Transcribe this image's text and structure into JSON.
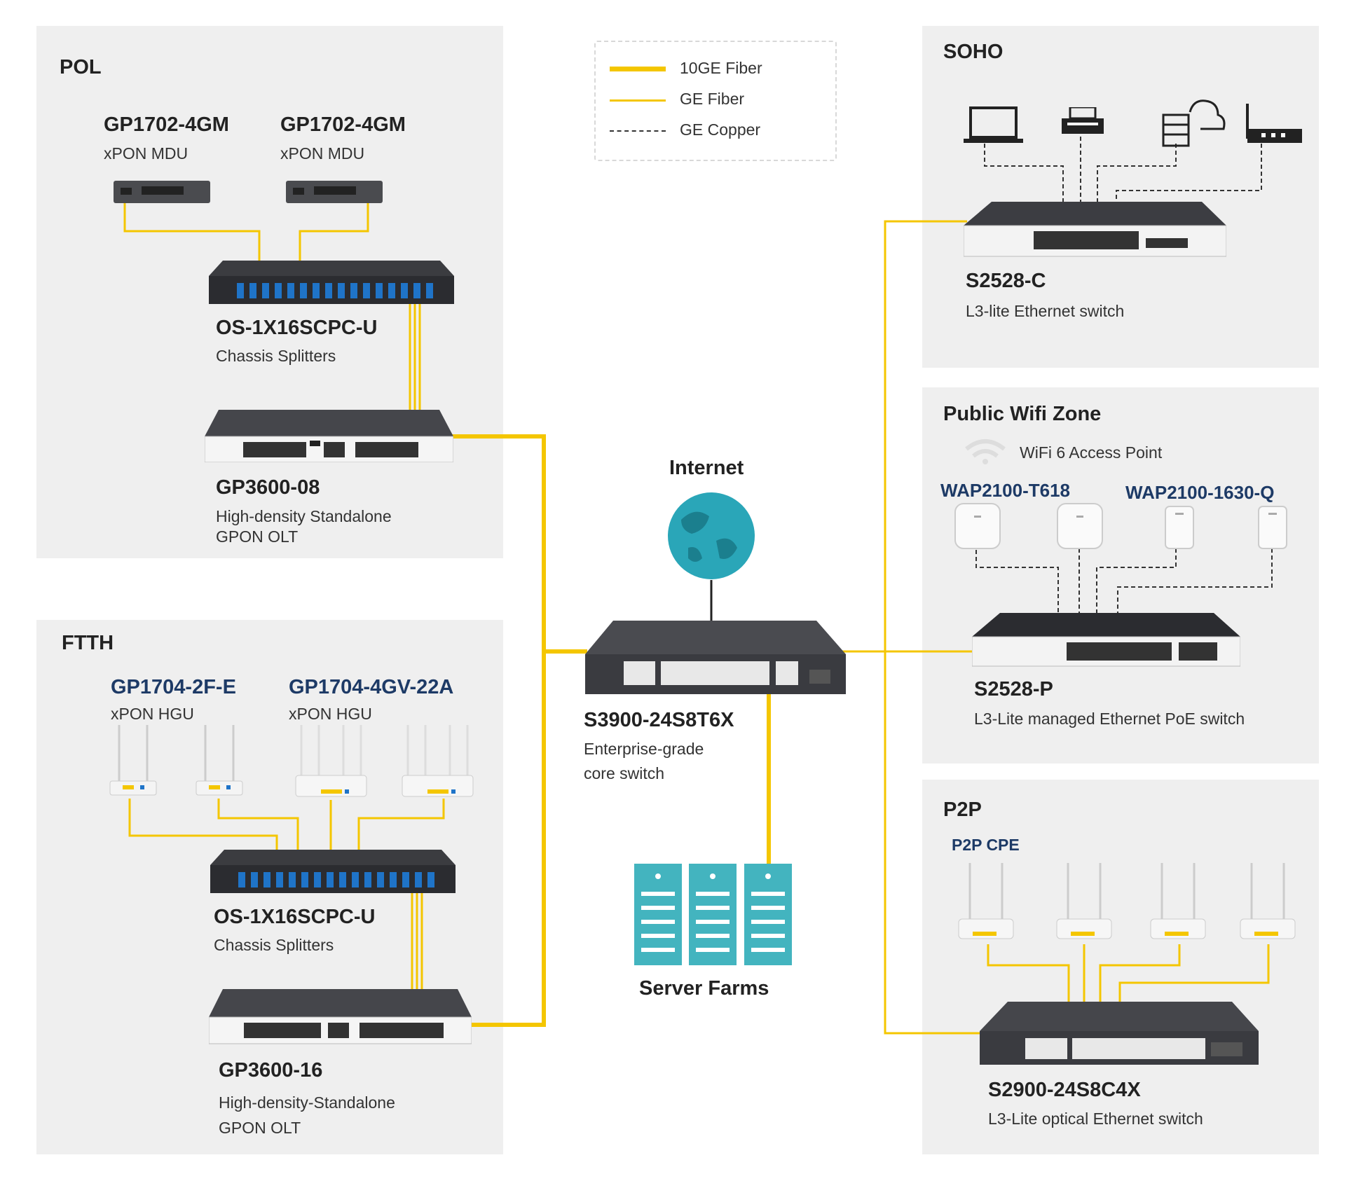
{
  "colors": {
    "fiber": "#f4c600",
    "copper": "#333333",
    "panel": "#efefef",
    "blue_name": "#1d3a66",
    "globe": "#2aa6b8",
    "server": "#43b4bf"
  },
  "legend": {
    "fiber10": "10GE Fiber",
    "fiber": "GE Fiber",
    "copper": "GE Copper"
  },
  "pol": {
    "title": "POL",
    "mdu1": {
      "name": "GP1702-4GM",
      "sub": "xPON MDU"
    },
    "mdu2": {
      "name": "GP1702-4GM",
      "sub": "xPON MDU"
    },
    "splitter": {
      "name": "OS-1X16SCPC-U",
      "sub": "Chassis  Splitters"
    },
    "olt": {
      "name": "GP3600-08",
      "sub1": "High-density Standalone",
      "sub2": "GPON OLT"
    }
  },
  "ftth": {
    "title": "FTTH",
    "hgu1": {
      "name": "GP1704-2F-E",
      "sub": "xPON HGU"
    },
    "hgu2": {
      "name": "GP1704-4GV-22A",
      "sub": "xPON HGU"
    },
    "splitter": {
      "name": "OS-1X16SCPC-U",
      "sub": "Chassis  Splitters"
    },
    "olt": {
      "name": "GP3600-16",
      "sub1": "High-density-Standalone",
      "sub2": "GPON OLT"
    }
  },
  "center": {
    "internet": "Internet",
    "core": {
      "name": "S3900-24S8T6X",
      "sub1": "Enterprise-grade",
      "sub2": "core switch"
    },
    "servers": "Server Farms"
  },
  "soho": {
    "title": "SOHO",
    "switch": {
      "name": "S2528-C",
      "sub": "L3-lite Ethernet  switch"
    },
    "icons": [
      "laptop-icon",
      "printer-icon",
      "server-cloud-icon",
      "router-icon"
    ]
  },
  "wifi": {
    "title": "Public Wifi Zone",
    "ap_caption": "WiFi 6 Access Point",
    "ap1": "WAP2100-T618",
    "ap2": "WAP2100-1630-Q",
    "switch": {
      "name": "S2528-P",
      "sub": "L3-Lite managed Ethernet PoE switch"
    }
  },
  "p2p": {
    "title": "P2P",
    "cpe": "P2P CPE",
    "switch": {
      "name": "S2900-24S8C4X",
      "sub": "L3-Lite  optical Ethernet switch"
    }
  }
}
